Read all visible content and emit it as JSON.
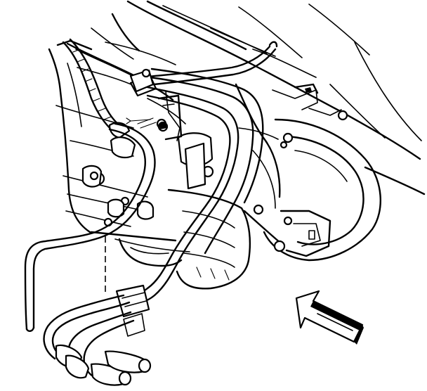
{
  "figure": {
    "kind": "technical-line-drawing",
    "subject": "transmission-cooler-lines",
    "colors": {
      "ink": "#000000",
      "paper": "#ffffff"
    }
  },
  "callouts": [
    {
      "shape": "arrow",
      "direction": "up-left"
    }
  ]
}
